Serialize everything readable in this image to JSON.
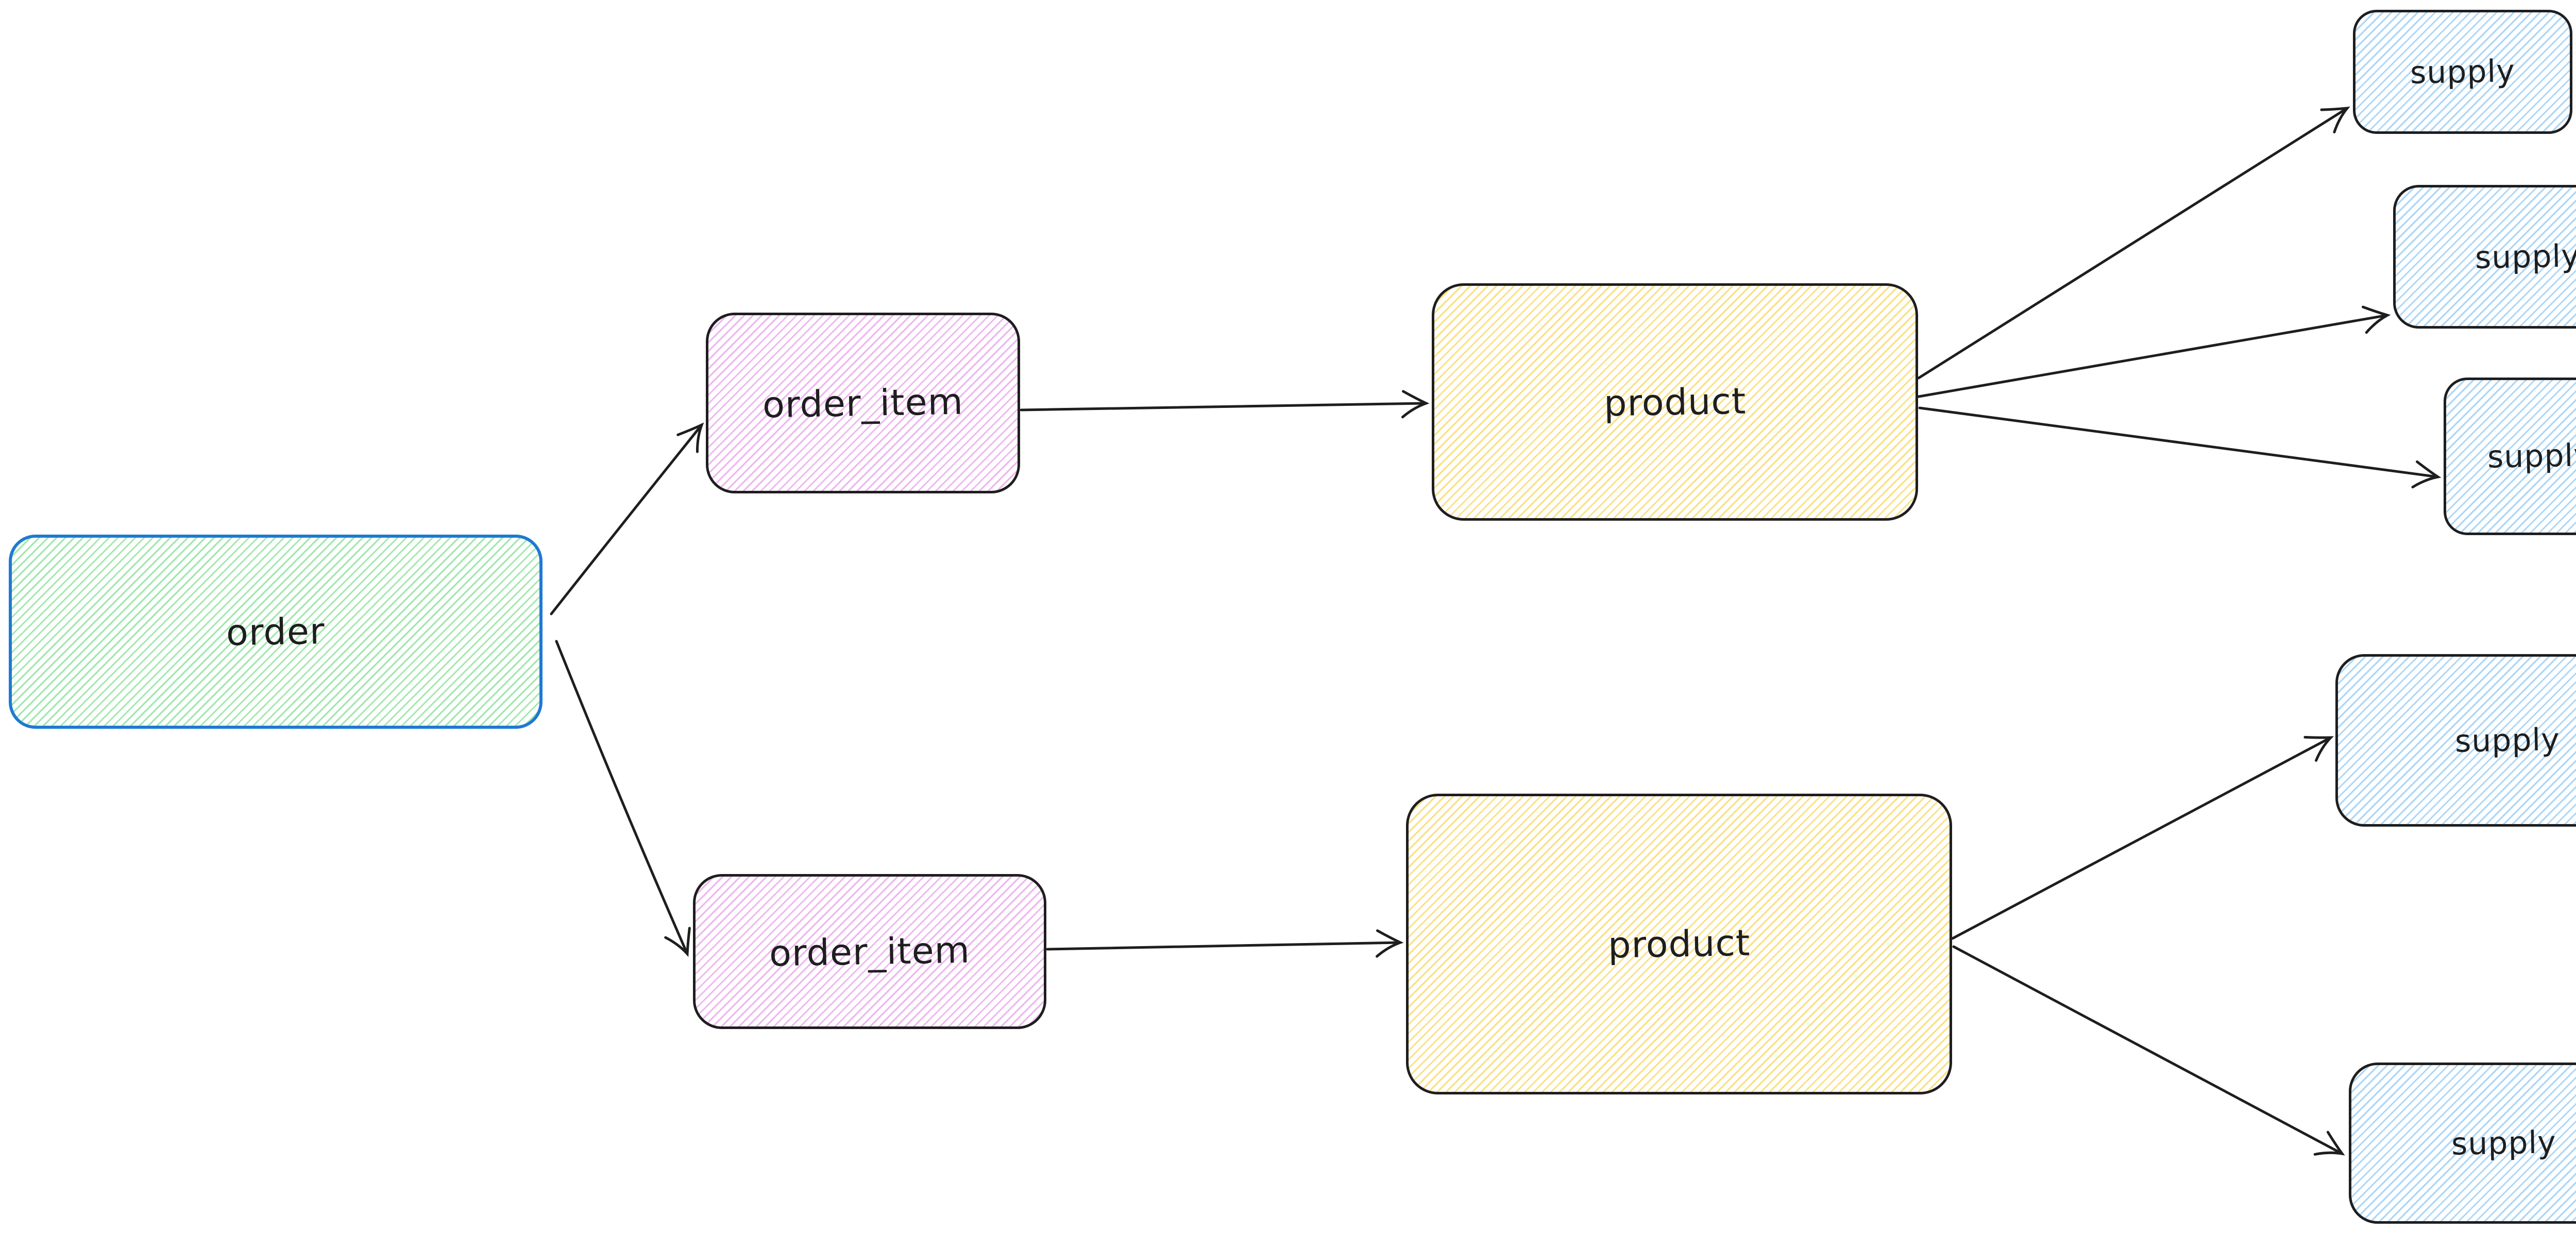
{
  "diagram": {
    "type": "entity-relationship-tree",
    "background": "#ffffff",
    "nodes": [
      {
        "id": "order",
        "label": "order",
        "fill_style": "hachure",
        "fill_color": "green",
        "border_color": "#1e7ad2"
      },
      {
        "id": "order_item_top",
        "label": "order_item",
        "fill_style": "hachure",
        "fill_color": "violet",
        "border_color": "#1e1e1e"
      },
      {
        "id": "order_item_bottom",
        "label": "order_item",
        "fill_style": "hachure",
        "fill_color": "violet",
        "border_color": "#1e1e1e"
      },
      {
        "id": "product_top",
        "label": "product",
        "fill_style": "hachure",
        "fill_color": "yellow",
        "border_color": "#1e1e1e"
      },
      {
        "id": "product_bottom",
        "label": "product",
        "fill_style": "hachure",
        "fill_color": "yellow",
        "border_color": "#1e1e1e"
      },
      {
        "id": "supply_1",
        "label": "supply",
        "fill_style": "hachure",
        "fill_color": "blue",
        "border_color": "#1e1e1e"
      },
      {
        "id": "supply_2",
        "label": "supply",
        "fill_style": "hachure",
        "fill_color": "blue",
        "border_color": "#1e1e1e"
      },
      {
        "id": "supply_3",
        "label": "supply",
        "fill_style": "hachure",
        "fill_color": "blue",
        "border_color": "#1e1e1e"
      },
      {
        "id": "supply_4",
        "label": "supply",
        "fill_style": "hachure",
        "fill_color": "blue",
        "border_color": "#1e1e1e"
      },
      {
        "id": "supply_5",
        "label": "supply",
        "fill_style": "hachure",
        "fill_color": "blue",
        "border_color": "#1e1e1e"
      }
    ],
    "edges": [
      {
        "from": "order",
        "to": "order_item_top"
      },
      {
        "from": "order",
        "to": "order_item_bottom"
      },
      {
        "from": "order_item_top",
        "to": "product_top"
      },
      {
        "from": "order_item_bottom",
        "to": "product_bottom"
      },
      {
        "from": "product_top",
        "to": "supply_1"
      },
      {
        "from": "product_top",
        "to": "supply_2"
      },
      {
        "from": "product_top",
        "to": "supply_3"
      },
      {
        "from": "product_bottom",
        "to": "supply_4"
      },
      {
        "from": "product_bottom",
        "to": "supply_5"
      }
    ],
    "colors": {
      "order_border": "#1e7ad2",
      "default_border": "#1e1e1e",
      "arrow": "#1e1e1e",
      "text": "#1e1e1e",
      "hachure_green": "#9fe8ad",
      "hachure_violet": "#eeb6f0",
      "hachure_yellow": "#fae083",
      "hachure_blue": "#abd6f7"
    }
  }
}
